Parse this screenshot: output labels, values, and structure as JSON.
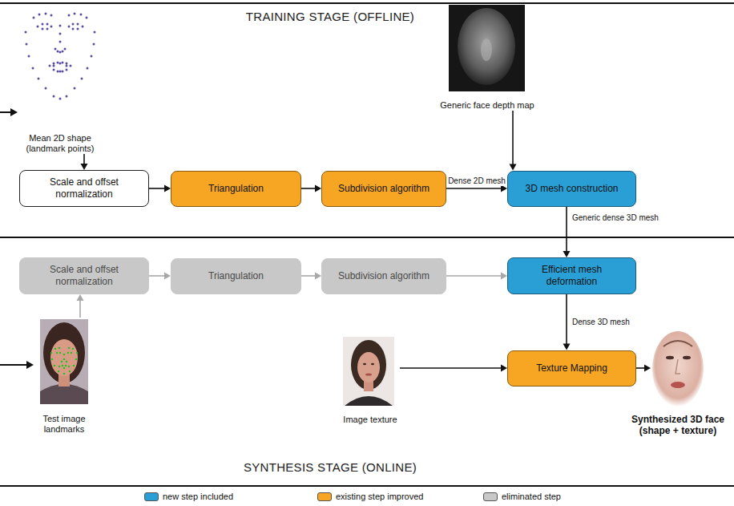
{
  "diagram": {
    "nodes": [
      {
        "text": [
          "Mean 2D shape (landmark points)"
        ]
      },
      {
        "text": [
          "Generic face depth map"
        ]
      },
      {
        "text": [
          "Scale and offset normalization"
        ]
      },
      {
        "text": [
          "Triangulation"
        ]
      },
      {
        "text": [
          "Subdivision algorithm"
        ]
      },
      {
        "text": [
          "3D mesh construction"
        ]
      },
      {
        "text": [
          "Scale and offset normalization"
        ]
      },
      {
        "text": [
          "Triangulation"
        ]
      },
      {
        "text": [
          "Subdivision algorithm"
        ]
      },
      {
        "text": [
          "Efficient mesh deformation"
        ]
      },
      {
        "text": [
          "Test image landmarks"
        ]
      },
      {
        "text": [
          "Image texture"
        ]
      },
      {
        "text": [
          "Texture Mapping"
        ]
      },
      {
        "text": [
          "Synthesized 3D face (shape + texture)"
        ]
      }
    ],
    "edges": [
      {
        "from": 0,
        "to": 2,
        "arrow": "to"
      },
      {
        "from": 2,
        "to": 3,
        "arrow": "to"
      },
      {
        "from": 3,
        "to": 4,
        "arrow": "to"
      },
      {
        "from": 4,
        "to": 5,
        "label": "Dense 2D mesh",
        "arrow": "to"
      },
      {
        "from": 1,
        "to": 5,
        "arrow": "to"
      },
      {
        "from": 5,
        "to": 9,
        "label": "Generic dense 3D mesh",
        "arrow": "to"
      },
      {
        "from": 10,
        "to": 6,
        "arrow": "to"
      },
      {
        "from": 6,
        "to": 7,
        "arrow": "to"
      },
      {
        "from": 7,
        "to": 8,
        "arrow": "to"
      },
      {
        "from": 8,
        "to": 9,
        "arrow": "to"
      },
      {
        "from": 9,
        "to": 12,
        "label": "Dense 3D mesh",
        "arrow": "to"
      },
      {
        "from": 11,
        "to": 12,
        "arrow": "to"
      },
      {
        "from": 12,
        "to": 13,
        "arrow": "to"
      }
    ],
    "labels": [
      "TRAINING STAGE (OFFLINE)",
      "SYNTHESIS STAGE (ONLINE)"
    ],
    "legend": [
      {
        "text": "new step included",
        "color": "#2a9fd6"
      },
      {
        "text": "existing step improved",
        "color": "#f6a623"
      },
      {
        "text": "eliminated step",
        "color": "#c8c8c8"
      }
    ]
  }
}
